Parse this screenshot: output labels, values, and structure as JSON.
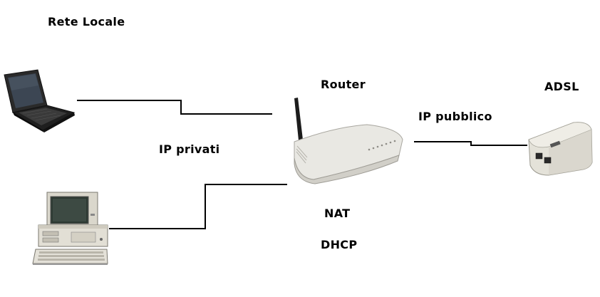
{
  "labels": {
    "local_network": "Rete Locale",
    "router": "Router",
    "adsl": "ADSL",
    "public_ip": "IP pubblico",
    "private_ips": "IP privati",
    "nat": "NAT",
    "dhcp": "DHCP"
  },
  "devices": [
    {
      "id": "laptop",
      "icon": "laptop-icon"
    },
    {
      "id": "desktop",
      "icon": "desktop-computer-icon"
    },
    {
      "id": "router",
      "icon": "wireless-router-icon"
    },
    {
      "id": "modem",
      "icon": "adsl-modem-icon"
    }
  ],
  "connections": [
    {
      "from": "laptop",
      "to": "router"
    },
    {
      "from": "desktop",
      "to": "router"
    },
    {
      "from": "router",
      "to": "modem"
    }
  ],
  "colors": {
    "line": "#000000",
    "device_body": "#e8e6df",
    "laptop_body": "#2b2b2b"
  }
}
